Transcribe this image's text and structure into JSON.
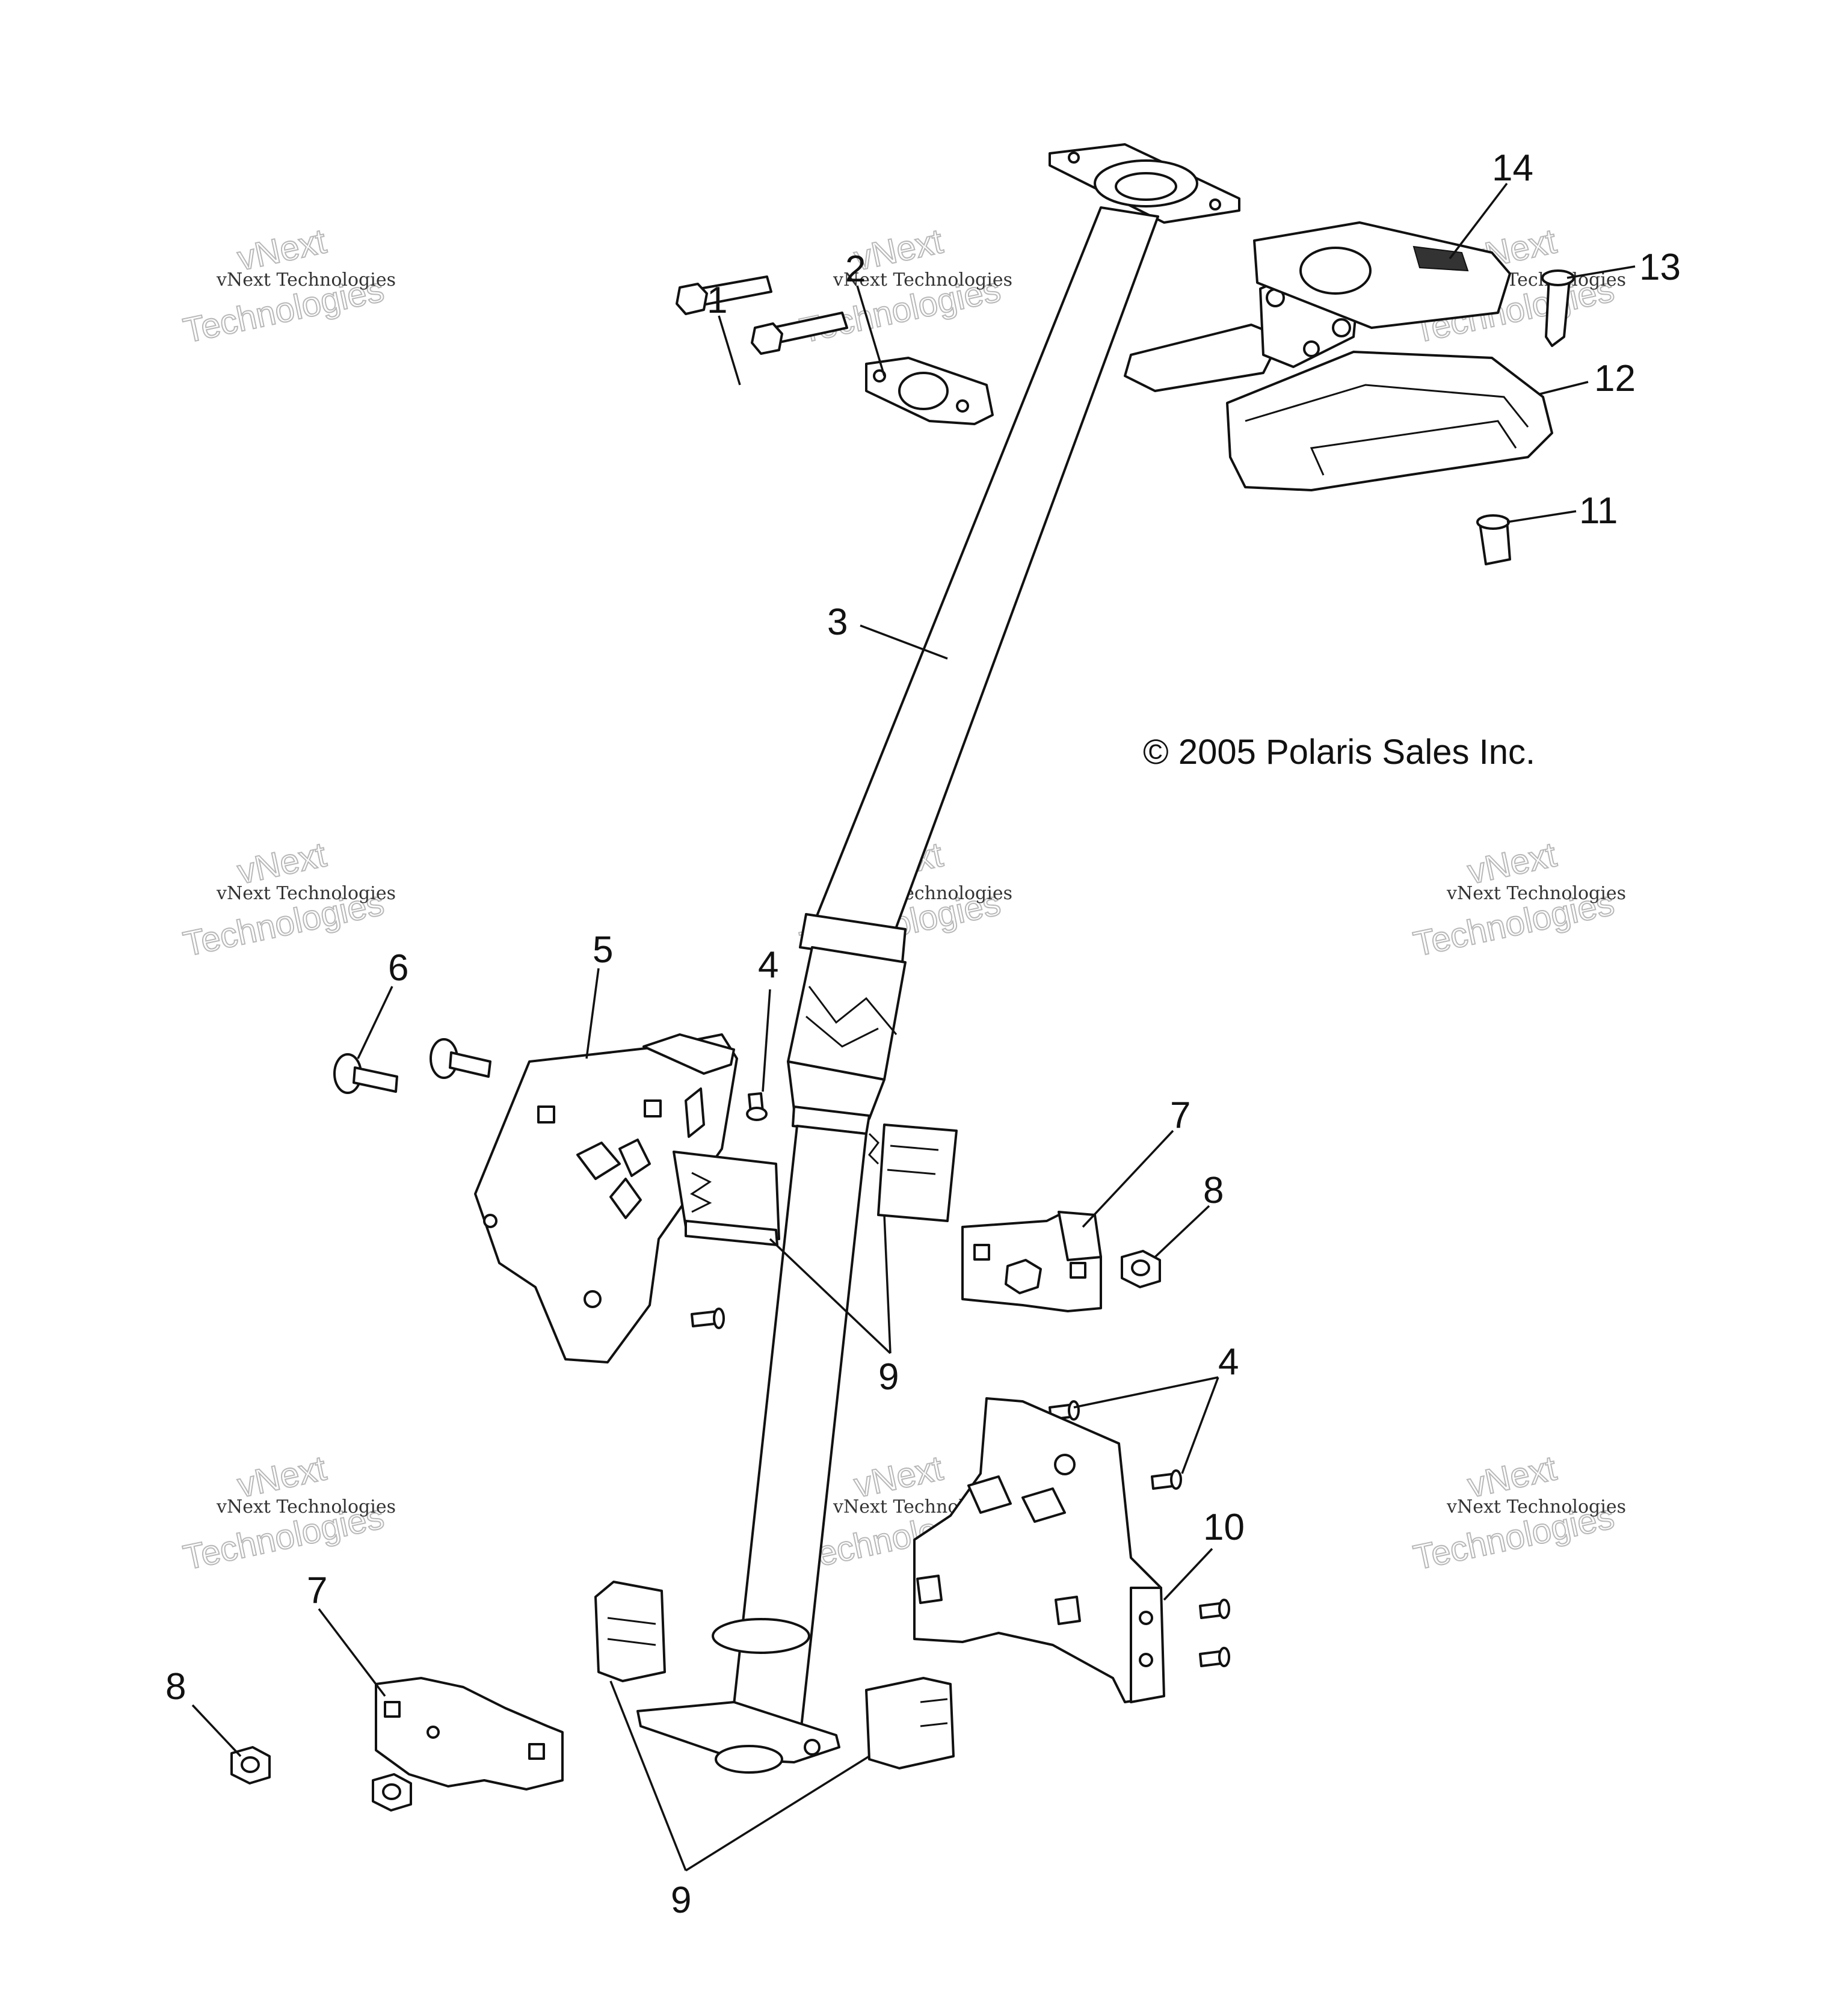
{
  "copyright": "© 2005 Polaris Sales Inc.",
  "watermark": {
    "line1": "vNext Technologies",
    "line2": "vNext",
    "line3": "Technologies"
  },
  "callouts": {
    "c1": "1",
    "c2": "2",
    "c3": "3",
    "c4a": "4",
    "c4b": "4",
    "c5": "5",
    "c6": "6",
    "c7a": "7",
    "c7b": "7",
    "c8a": "8",
    "c8b": "8",
    "c9a": "9",
    "c9b": "9",
    "c10": "10",
    "c11": "11",
    "c12": "12",
    "c13": "13",
    "c14": "14"
  }
}
